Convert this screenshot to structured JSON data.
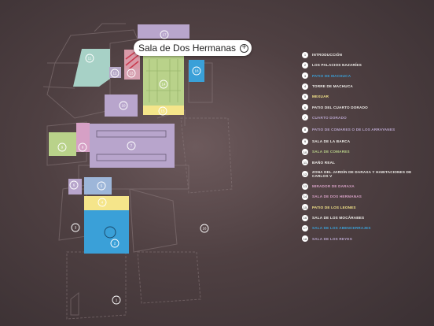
{
  "callout": {
    "label": "Sala de Dos Hermanas"
  },
  "colors": {
    "white": "#f2f0ec",
    "purple": "#b8a5cc",
    "blue": "#3aa0d8",
    "yellow": "#f5e58a",
    "green": "#b9d28a",
    "pink": "#d6a0c5"
  },
  "legend": {
    "items": [
      {
        "num": "1",
        "label": "INTRODUCCIÓN",
        "color": "#f2f0ec"
      },
      {
        "num": "2",
        "label": "LOS PALACIOS NAZARÍES",
        "color": "#f2f0ec"
      },
      {
        "num": "3",
        "label": "PATIO DE MACHUCA",
        "color": "#3aa0d8"
      },
      {
        "num": "4",
        "label": "TORRE DE MACHUCA",
        "color": "#f2f0ec"
      },
      {
        "num": "5",
        "label": "MEXUAR",
        "color": "#f5e58a"
      },
      {
        "num": "6",
        "label": "PATIO DEL CUARTO DORADO",
        "color": "#f2f0ec"
      },
      {
        "num": "7",
        "label": "CUARTO DORADO",
        "color": "#b8a5cc"
      },
      {
        "num": "8",
        "label": "PATIO DE COMARES O DE LOS ARRAYANES",
        "color": "#b8a5cc"
      },
      {
        "num": "9",
        "label": "SALA DE LA BARCA",
        "color": "#f2f0ec"
      },
      {
        "num": "10",
        "label": "SALA DE COMARES",
        "color": "#b9d28a"
      },
      {
        "num": "11",
        "label": "BAÑO REAL",
        "color": "#f2f0ec"
      },
      {
        "num": "12",
        "label": "ZONA DEL JARDÍN DE DARAXA Y HABITACIONES DE CARLOS V",
        "color": "#f2f0ec"
      },
      {
        "num": "13",
        "label": "MIRADOR DE DARAXA",
        "color": "#d6a0c5"
      },
      {
        "num": "14",
        "label": "SALA DE DOS HERMANAS",
        "color": "#d6a0c5"
      },
      {
        "num": "15",
        "label": "PATIO DE LOS LEONES",
        "color": "#f5e58a"
      },
      {
        "num": "16",
        "label": "SALA DE LOS MOCÁRABES",
        "color": "#f2f0ec"
      },
      {
        "num": "17",
        "label": "SALA DE LOS ABENCERRAJES",
        "color": "#3aa0d8"
      },
      {
        "num": "18",
        "label": "SALA DE LOS REYES",
        "color": "#b8a5cc"
      }
    ]
  },
  "markers": [
    {
      "num": "1",
      "name": "marker-1"
    },
    {
      "num": "2",
      "name": "marker-2"
    },
    {
      "num": "3",
      "name": "marker-3"
    },
    {
      "num": "4",
      "name": "marker-4"
    },
    {
      "num": "5",
      "name": "marker-5"
    },
    {
      "num": "6",
      "name": "marker-6"
    },
    {
      "num": "7",
      "name": "marker-7"
    },
    {
      "num": "8",
      "name": "marker-8"
    },
    {
      "num": "9",
      "name": "marker-9"
    },
    {
      "num": "10",
      "name": "marker-10"
    },
    {
      "num": "11",
      "name": "marker-11"
    },
    {
      "num": "12",
      "name": "marker-12"
    },
    {
      "num": "13",
      "name": "marker-13"
    },
    {
      "num": "14",
      "name": "marker-14"
    },
    {
      "num": "15",
      "name": "marker-15"
    },
    {
      "num": "16",
      "name": "marker-16"
    },
    {
      "num": "17",
      "name": "marker-17"
    },
    {
      "num": "18",
      "name": "marker-18"
    }
  ]
}
